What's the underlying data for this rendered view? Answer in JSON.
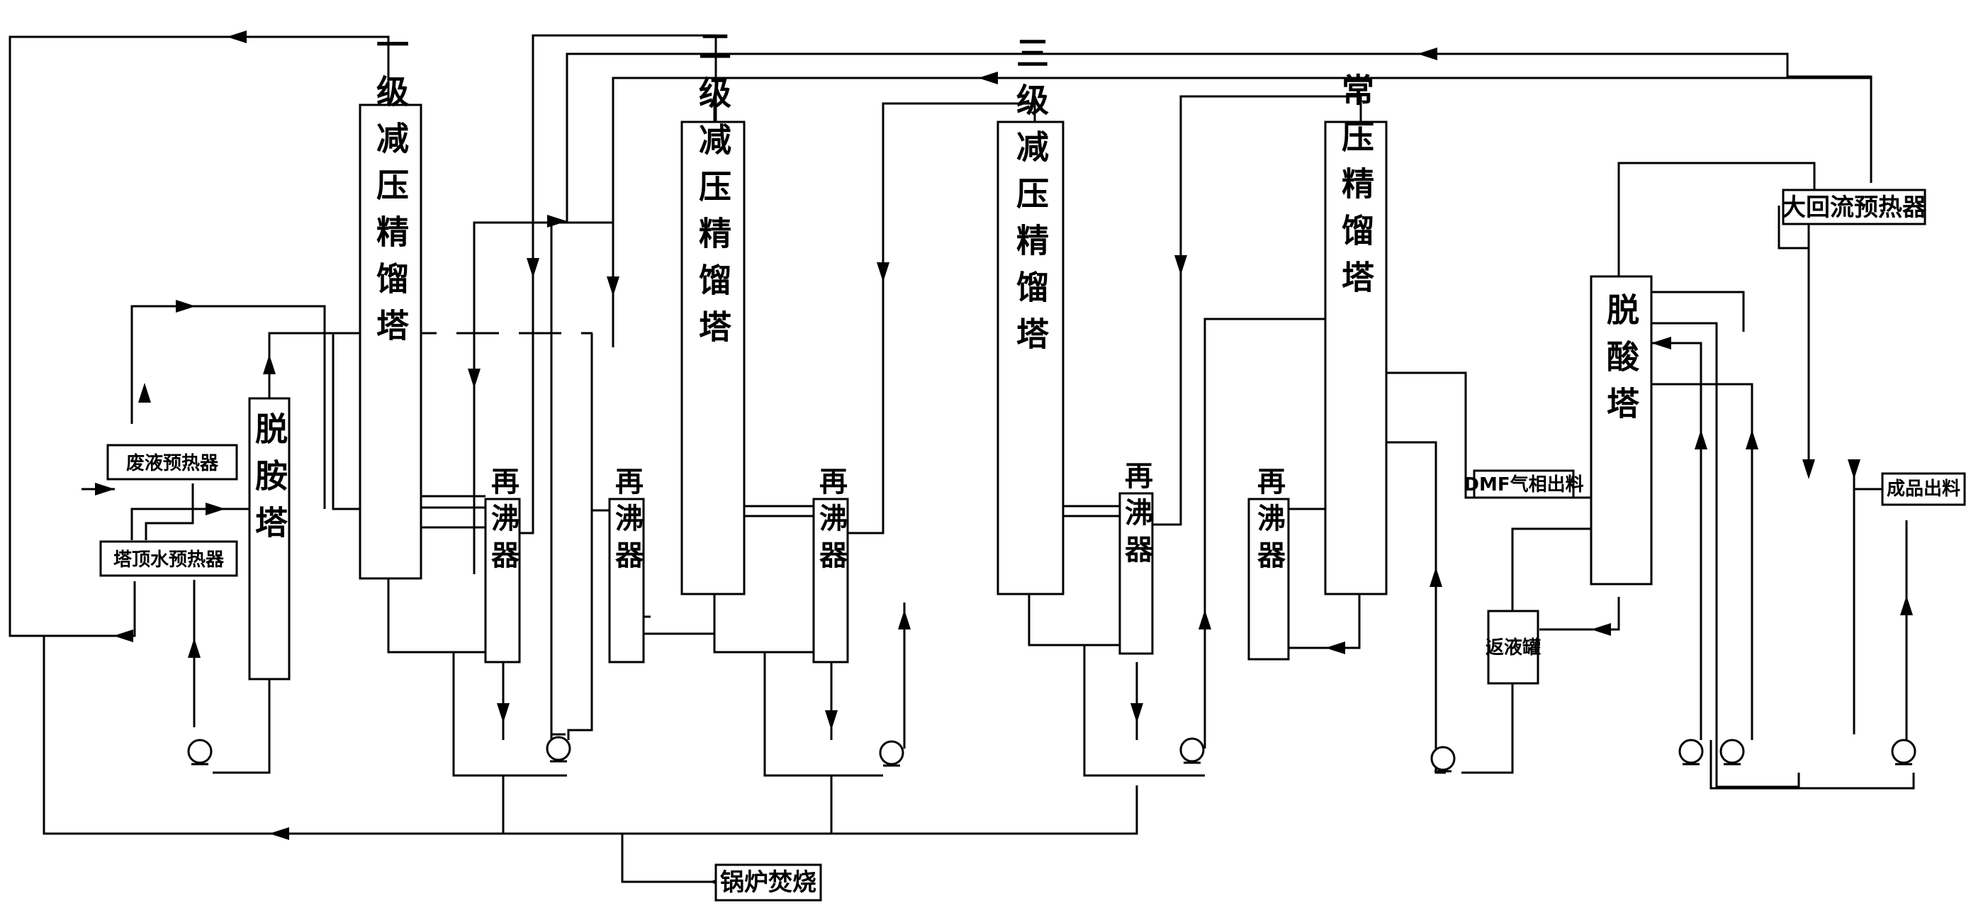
{
  "columns": {
    "first_vacuum": "一级减压精馏塔",
    "second_vacuum": "二级减压精馏塔",
    "third_vacuum": "三级减压精馏塔",
    "atmospheric": "常压精馏塔",
    "deamination": "脱胺塔",
    "deacidification": "脱酸塔"
  },
  "equipment": {
    "reboiler": "再沸器",
    "waste_liquid_preheater": "废液预热器",
    "top_water_preheater": "塔顶水预热器",
    "big_reflux_preheater": "大回流预热器",
    "return_tank": "返液罐"
  },
  "outputs": {
    "dmf_gas": "DMF气相出料",
    "product": "成品出料",
    "boiler_incineration": "锅炉焚烧"
  }
}
